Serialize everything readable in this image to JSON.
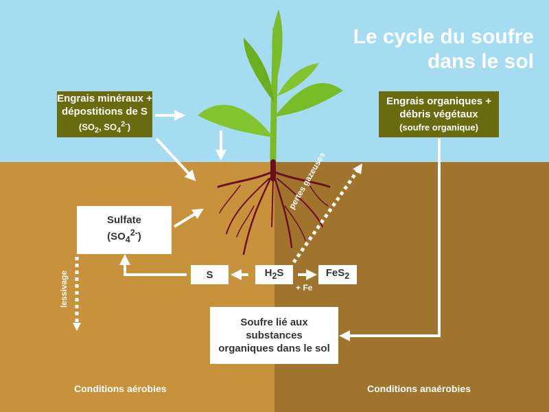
{
  "title": {
    "line1": "Le cycle du soufre",
    "line2": "dans le sol"
  },
  "mineral": {
    "line1": "Engrais minéraux +",
    "line2": "dépostitions de S",
    "line3": "(SO",
    "sub1": "2",
    "mid": ", SO",
    "sub2": "4",
    "sup": "2-",
    "end": ")"
  },
  "organic": {
    "line1": "Engrais organiques +",
    "line2": "débris végétaux",
    "line3": "(soufre organique)"
  },
  "sulfate": {
    "line1": "Sulfate",
    "line2": "(SO",
    "sub": "4",
    "sup": "2-",
    "end": ")"
  },
  "s_box": "S",
  "h2s": {
    "a": "H",
    "sub": "2",
    "b": "S"
  },
  "fes2": {
    "a": "FeS",
    "sub": "2"
  },
  "plus_fe": "+ Fe",
  "pertes": "pertes gazeuses",
  "lessivage": "lessivage",
  "bound": {
    "line1": "Soufre lié aux",
    "line2": "substances",
    "line3": "organiques dans le sol"
  },
  "aerobic": "Conditions aérobies",
  "anaerobic": "Conditions anaérobies",
  "colors": {
    "sky": "#a6dcf1",
    "soil_left": "#c8913b",
    "soil_right": "#a1742d",
    "olive": "#6a6a0f",
    "leaf": "#78bd28",
    "root": "#6b0f1e"
  }
}
